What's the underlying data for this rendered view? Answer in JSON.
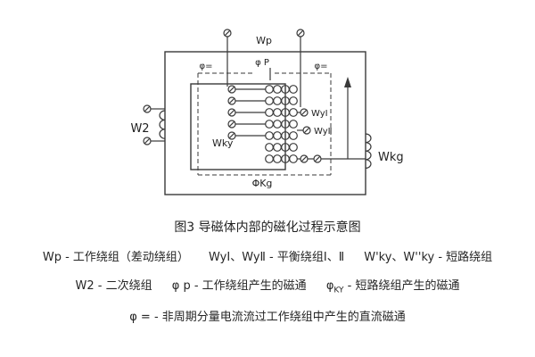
{
  "figure": {
    "caption": "图3 导磁体内部的磁化过程示意图"
  },
  "diagram": {
    "labels": {
      "wp": "Wp",
      "phi_p": "φ P",
      "phi_dc_left": "φ=",
      "phi_dc_right": "φ=",
      "w2": "W2",
      "wky": "Wky",
      "wy1": "WyⅠ",
      "wy2": "WyⅡ",
      "wkg": "Wkg",
      "phi_kg": "ΦKg"
    }
  },
  "legend": {
    "line1": [
      "Wp - 工作绕组（差动绕组）",
      "WyⅠ、WyⅡ - 平衡绕组Ⅰ、Ⅱ",
      "W'ky、W''ky - 短路绕组"
    ],
    "line2": [
      "W2 - 二次绕组",
      "φ p - 工作绕组产生的磁通"
    ],
    "line2_phi": {
      "pre": "φ",
      "sub": "KY",
      "post": " - 短路绕组产生的磁通"
    },
    "line3": "φ = - 非周期分量电流流过工作绕组中产生的直流磁通"
  },
  "colors": {
    "background": "#ffffff",
    "line": "#3a3a3a",
    "text": "#262626"
  }
}
